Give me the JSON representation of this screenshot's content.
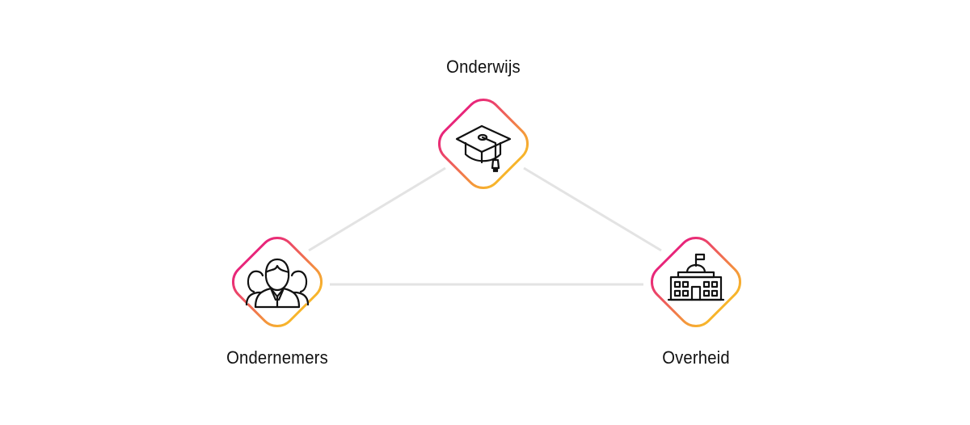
{
  "diagram": {
    "nodes": [
      {
        "id": "onderwijs",
        "label": "Onderwijs",
        "icon": "graduation-cap-icon"
      },
      {
        "id": "ondernemers",
        "label": "Ondernemers",
        "icon": "people-group-icon"
      },
      {
        "id": "overheid",
        "label": "Overheid",
        "icon": "government-building-icon"
      }
    ],
    "edges": [
      [
        "onderwijs",
        "ondernemers"
      ],
      [
        "onderwijs",
        "overheid"
      ],
      [
        "ondernemers",
        "overheid"
      ]
    ],
    "colors": {
      "gradient_start": "#e8257a",
      "gradient_end": "#f7b52b",
      "edge": "#e3e3e3",
      "icon": "#111111"
    }
  }
}
